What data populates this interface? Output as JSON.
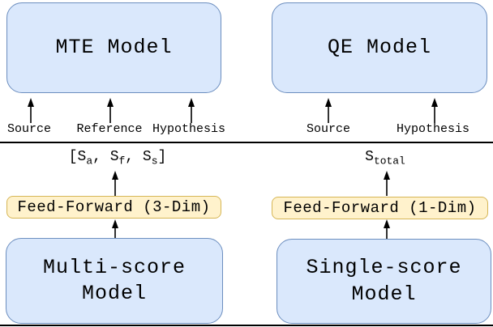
{
  "figure": {
    "colors": {
      "model_box_fill": "#dae8fc",
      "model_box_border": "#6c8ebf",
      "ff_box_fill": "#fff2cc",
      "ff_box_border": "#d6b656",
      "line": "#000000"
    },
    "top_left": {
      "model_label": "MTE Model",
      "inputs": [
        "Source",
        "Reference",
        "Hypothesis"
      ]
    },
    "top_right": {
      "model_label": "QE Model",
      "inputs": [
        "Source",
        "Hypothesis"
      ]
    },
    "bottom_left": {
      "score": {
        "s0": "[S",
        "sub0": "a",
        "s1": ", S",
        "sub1": "f",
        "s2": ", S",
        "sub2": "s",
        "s3": "]"
      },
      "ff_label": "Feed-Forward (3-Dim)",
      "model_line1": "Multi-score",
      "model_line2": "Model"
    },
    "bottom_right": {
      "score": {
        "s0": "S",
        "sub0": "total"
      },
      "ff_label": "Feed-Forward (1-Dim)",
      "model_line1": "Single-score",
      "model_line2": "Model"
    }
  }
}
